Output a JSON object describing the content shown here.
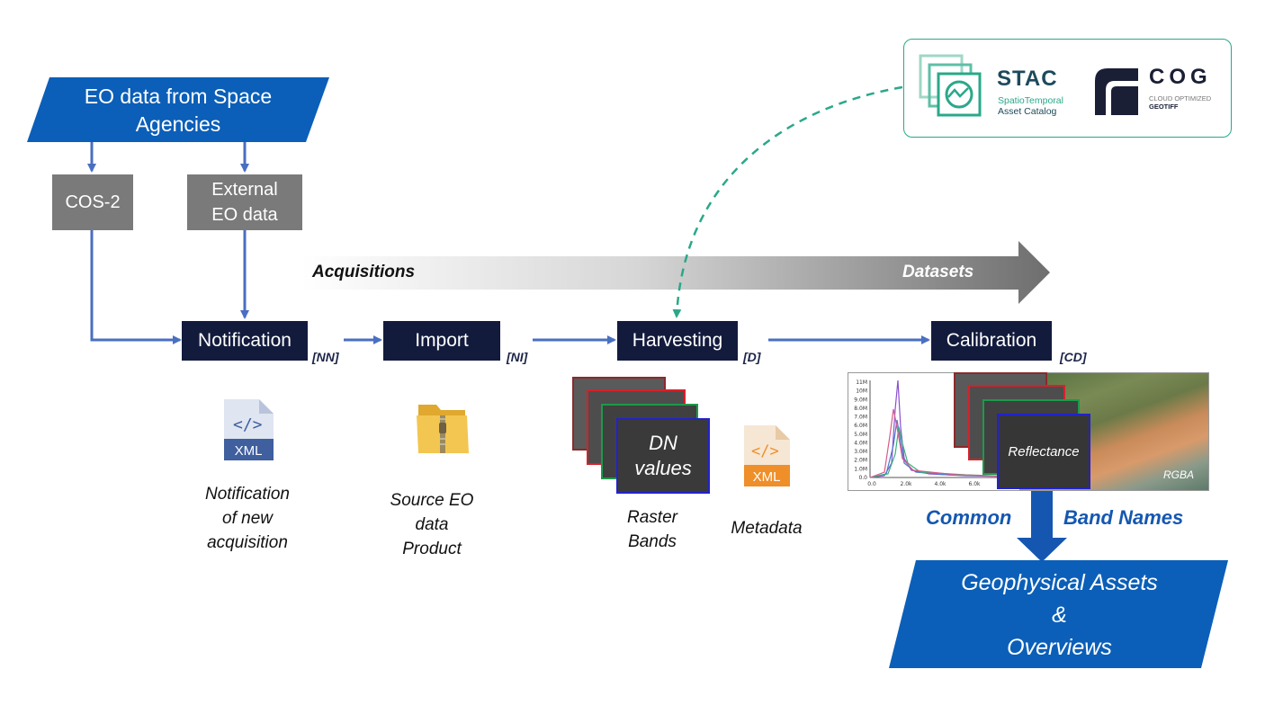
{
  "source": {
    "line1": "EO data from Space",
    "line2": "Agencies"
  },
  "inputs": {
    "cos2": "COS-2",
    "external_line1": "External",
    "external_line2": "EO data"
  },
  "flow": {
    "left_label": "Acquisitions",
    "right_label": "Datasets"
  },
  "stages": [
    {
      "label": "Notification",
      "code": "[NN]"
    },
    {
      "label": "Import",
      "code": "[NI]"
    },
    {
      "label": "Harvesting",
      "code": "[D]"
    },
    {
      "label": "Calibration",
      "code": "[CD]"
    }
  ],
  "captions": {
    "notification": [
      "Notification",
      "of new",
      "acquisition"
    ],
    "import": [
      "Source EO",
      "data",
      "Product"
    ],
    "raster": [
      "Raster",
      "Bands"
    ],
    "metadata": "Metadata"
  },
  "file_icon_text": "XML",
  "dn_tile": {
    "line1": "DN",
    "line2": "values"
  },
  "calibration_tiles": {
    "reflectance": "Reflectance",
    "rgba": "RGBA"
  },
  "histogram": {
    "y_ticks": [
      "11M",
      "10M",
      "9.0M",
      "8.0M",
      "7.0M",
      "6.0M",
      "5.0M",
      "4.0M",
      "3.0M",
      "2.0M",
      "1.0M",
      "0.0"
    ],
    "x_ticks": [
      "0.0",
      "2.0k",
      "4.0k",
      "6.0k"
    ]
  },
  "band_names": {
    "left": "Common",
    "right": "Band Names"
  },
  "output": {
    "line1": "Geophysical Assets",
    "line2": "&",
    "line3": "Overviews"
  },
  "logos": {
    "stac_title": "STAC",
    "stac_sub1": "SpatioTemporal",
    "stac_sub2": "Asset Catalog",
    "cog_title": "COG",
    "cog_sub1": "CLOUD OPTIMIZED",
    "cog_sub2": "GEOTIFF"
  },
  "colors": {
    "connector_blue": "#4a6fc1",
    "stage_navy": "#131b3d",
    "parallelogram_blue": "#0b5fb8",
    "input_grey": "#7a7a7a",
    "stac_teal": "#2aa88a",
    "band_name_blue": "#1557b0"
  }
}
